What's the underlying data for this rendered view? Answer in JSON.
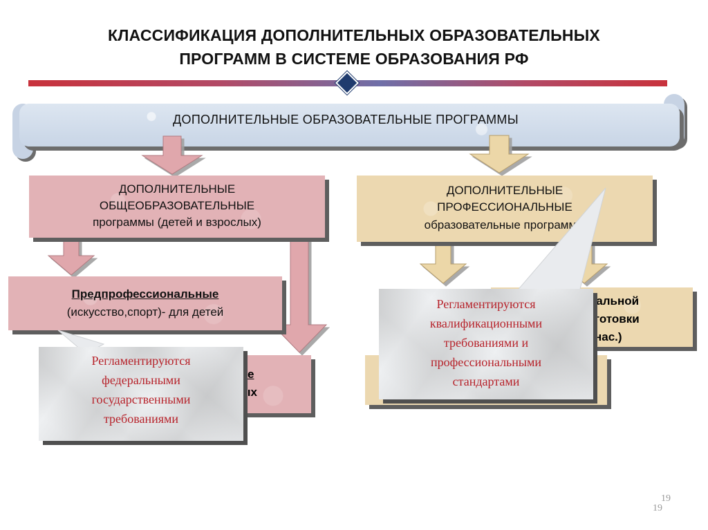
{
  "title": {
    "line1": "КЛАССИФИКАЦИЯ ДОПОЛНИТЕЛЬНЫХ ОБРАЗОВАТЕЛЬНЫХ",
    "line2": "ПРОГРАММ В СИСТЕМЕ ОБРАЗОВАНИЯ РФ"
  },
  "banner": {
    "label": "ДОПОЛНИТЕЛЬНЫЕ  ОБРАЗОВАТЕЛЬНЫЕ ПРОГРАММЫ"
  },
  "left_branch": {
    "heading_line1": "ДОПОЛНИТЕЛЬНЫЕ",
    "heading_line2": "ОБЩЕОБРАЗОВАТЕЛЬНЫЕ",
    "heading_line3": "программы (детей и взрослых)",
    "pre_prof_title": "Предпрофессиональные",
    "pre_prof_sub": "(искусство,спорт)- для детей",
    "general_dev_partial1": "е",
    "general_dev_partial2": "ых",
    "callout_line1": "Регламентируются",
    "callout_line2": "федеральными",
    "callout_line3": "государственными",
    "callout_line4": "требованиями"
  },
  "right_branch": {
    "heading_line1": "ДОПОЛНИТЕЛЬНЫЕ",
    "heading_line2": "ПРОФЕССИОНАЛЬНЫЕ",
    "heading_line3": "образовательные программы",
    "pp_partial1": "нальной",
    "pp_partial2": "готовки",
    "pp_partial3": "нас.)",
    "callout_line1": "Регламентируются",
    "callout_line2": "квалификационными",
    "callout_line3": "требованиями и",
    "callout_line4": "профессиональными",
    "callout_line5": "стандартами"
  },
  "page_numbers": {
    "a": "19",
    "b": "19"
  },
  "colors": {
    "pink": "#e2b2b6",
    "tan": "#ecd8b0",
    "banner": "#c8d5e6",
    "callout_text": "#b7232b",
    "accent_blue": "#1f3b6e"
  }
}
